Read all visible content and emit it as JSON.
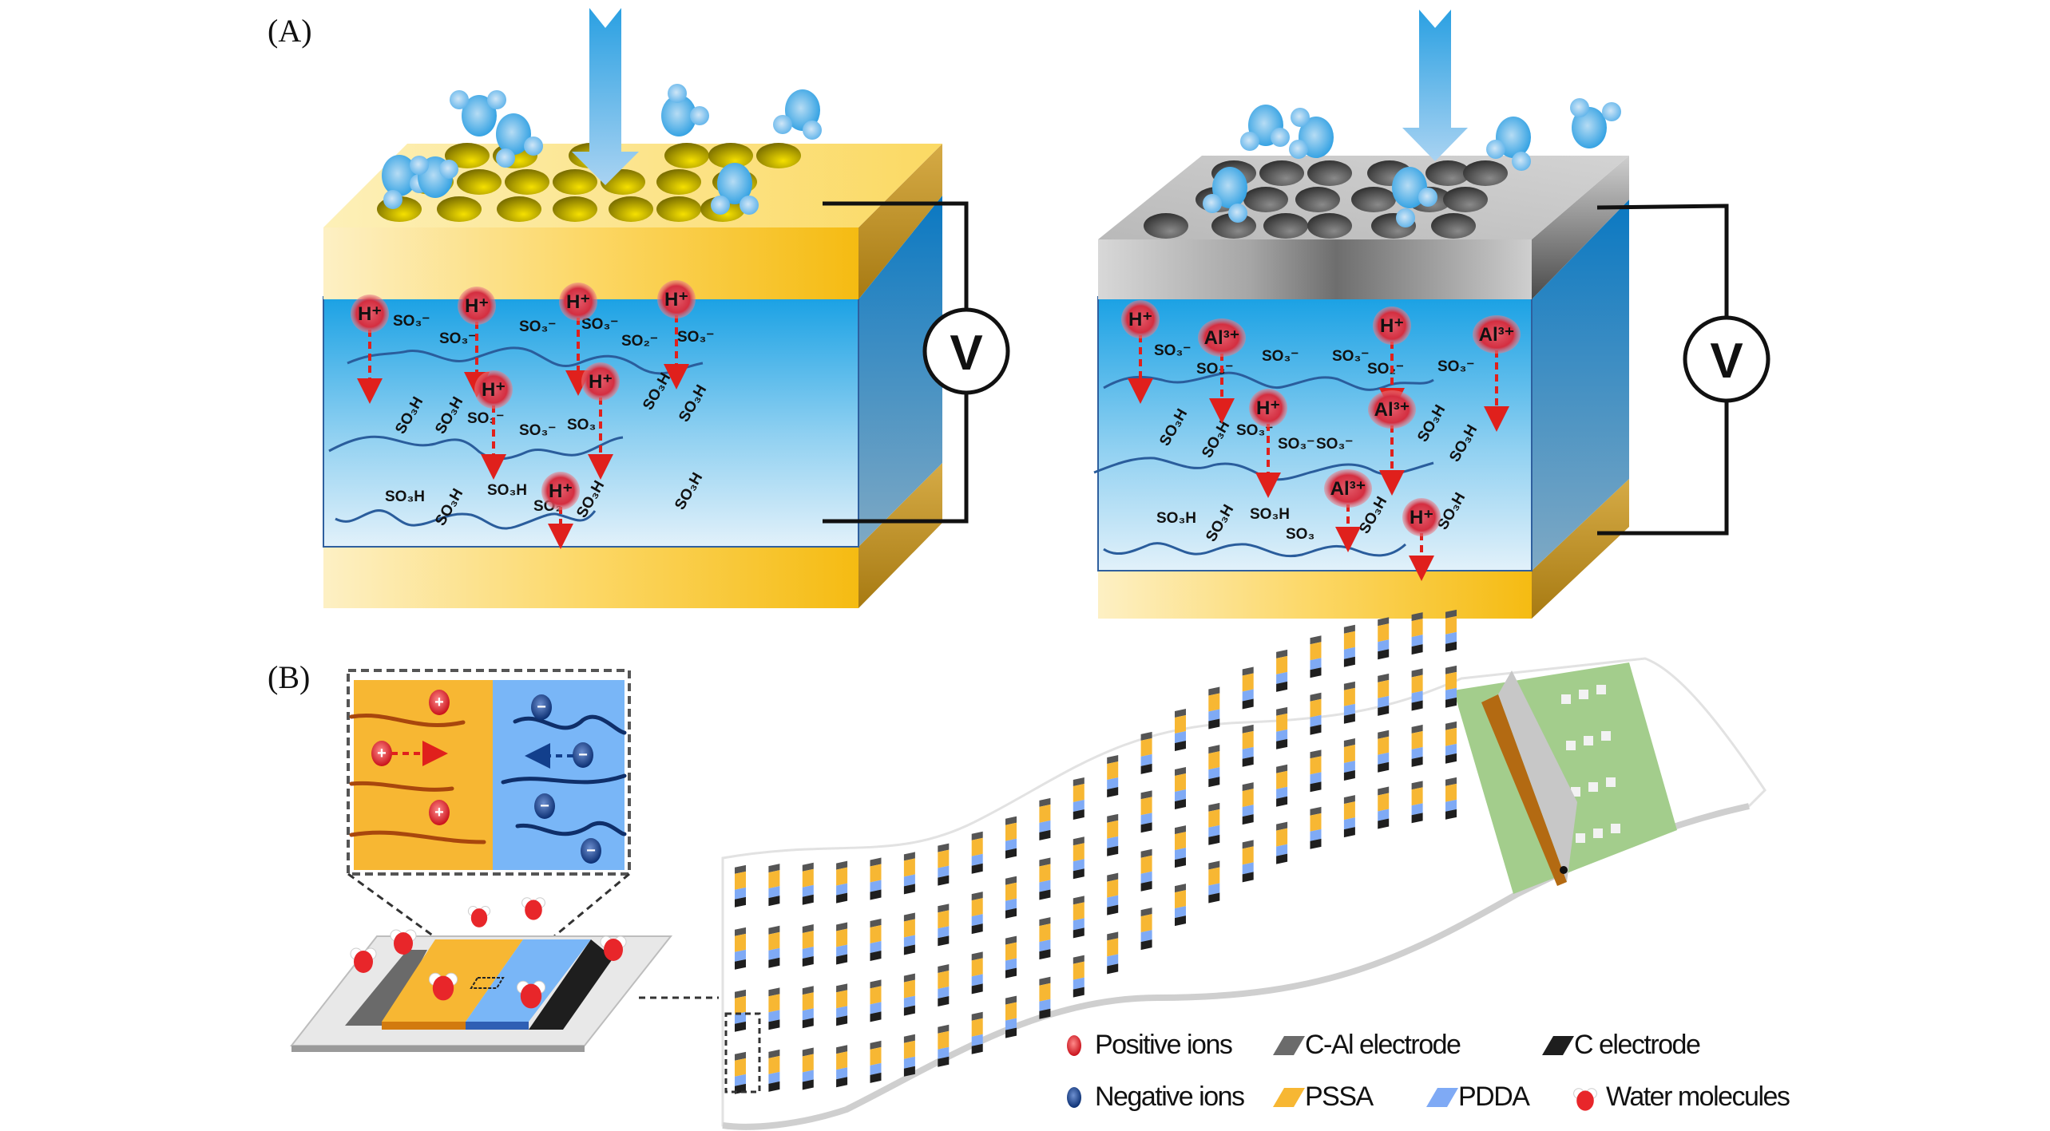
{
  "figure": {
    "panel_a_label": "(A)",
    "panel_b_label": "(B)"
  },
  "panel_a": {
    "left_cell": {
      "top_electrode": "porous gold electrode",
      "ions": [
        {
          "label": "H⁺"
        },
        {
          "label": "H⁺"
        },
        {
          "label": "H⁺"
        },
        {
          "label": "H⁺"
        },
        {
          "label": "H⁺"
        },
        {
          "label": "H⁺"
        },
        {
          "label": "H⁺"
        }
      ],
      "groups_row1": [
        "SO₃⁻",
        "SO₃⁻",
        "SO₃⁻",
        "SO₃⁻",
        "SO₂⁻",
        "SO₃⁻"
      ],
      "groups_row2": [
        "SO₃H",
        "SO₃H",
        "SO₃⁻",
        "SO₃⁻",
        "SO₃",
        "SO₃H",
        "SO₃H"
      ],
      "groups_row3": [
        "SO₃H",
        "SO₃H",
        "SO₃H",
        "SO₂",
        "SO₃H",
        "SO₃H"
      ],
      "voltmeter_label": "V"
    },
    "right_cell": {
      "top_electrode": "porous gray (C-Al) electrode",
      "ions": [
        {
          "label": "H⁺"
        },
        {
          "label": "Al³⁺"
        },
        {
          "label": "H⁺"
        },
        {
          "label": "Al³⁺"
        },
        {
          "label": "H⁺"
        },
        {
          "label": "Al³⁺"
        },
        {
          "label": "Al³⁺"
        },
        {
          "label": "H⁺"
        }
      ],
      "groups_row1": [
        "SO₃⁻",
        "SO₃⁻",
        "SO₃⁻",
        "SO₃⁻",
        "SO₂⁻",
        "SO₃⁻"
      ],
      "groups_row2": [
        "SO₃H",
        "SO₃H",
        "SO₃⁻",
        "SO₃⁻",
        "SO₃⁻",
        "SO₃H",
        "SO₃H"
      ],
      "groups_row3": [
        "SO₃H",
        "SO₃H",
        "SO₃H",
        "SO₃",
        "SO₃H",
        "SO₃H"
      ],
      "voltmeter_label": "V"
    }
  },
  "panel_b": {
    "inset": {
      "left_material": "PSSA",
      "right_material": "PDDA",
      "positive_symbol": "+",
      "negative_symbol": "−"
    },
    "array": {
      "rows": 4,
      "columns": 22
    },
    "legend": [
      {
        "key": "positive",
        "label": "Positive ions",
        "color": "#e8262a"
      },
      {
        "key": "c-al",
        "label": "C-Al electrode",
        "color": "#6b6b6b"
      },
      {
        "key": "c",
        "label": "C electrode",
        "color": "#1e1e1e"
      },
      {
        "key": "negative",
        "label": "Negative ions",
        "color": "#123f8c"
      },
      {
        "key": "pssa",
        "label": "PSSA",
        "color": "#f7b733"
      },
      {
        "key": "pdda",
        "label": "PDDA",
        "color": "#7faaf5"
      },
      {
        "key": "water",
        "label": "Water molecules",
        "color": "#e8262a"
      }
    ]
  },
  "colors": {
    "gold": "#f7c331",
    "electrolyte_top": "#29a3e0",
    "electrolyte_bottom": "#d6ecf8",
    "ion_red": "#d8283c",
    "arrow_red": "#e0201c",
    "polymer_chain": "#2a5d9c",
    "water_blue": "#3ea6e6",
    "gray_electrode": "#8a8a8a",
    "green_pad": "#9fcb86"
  }
}
